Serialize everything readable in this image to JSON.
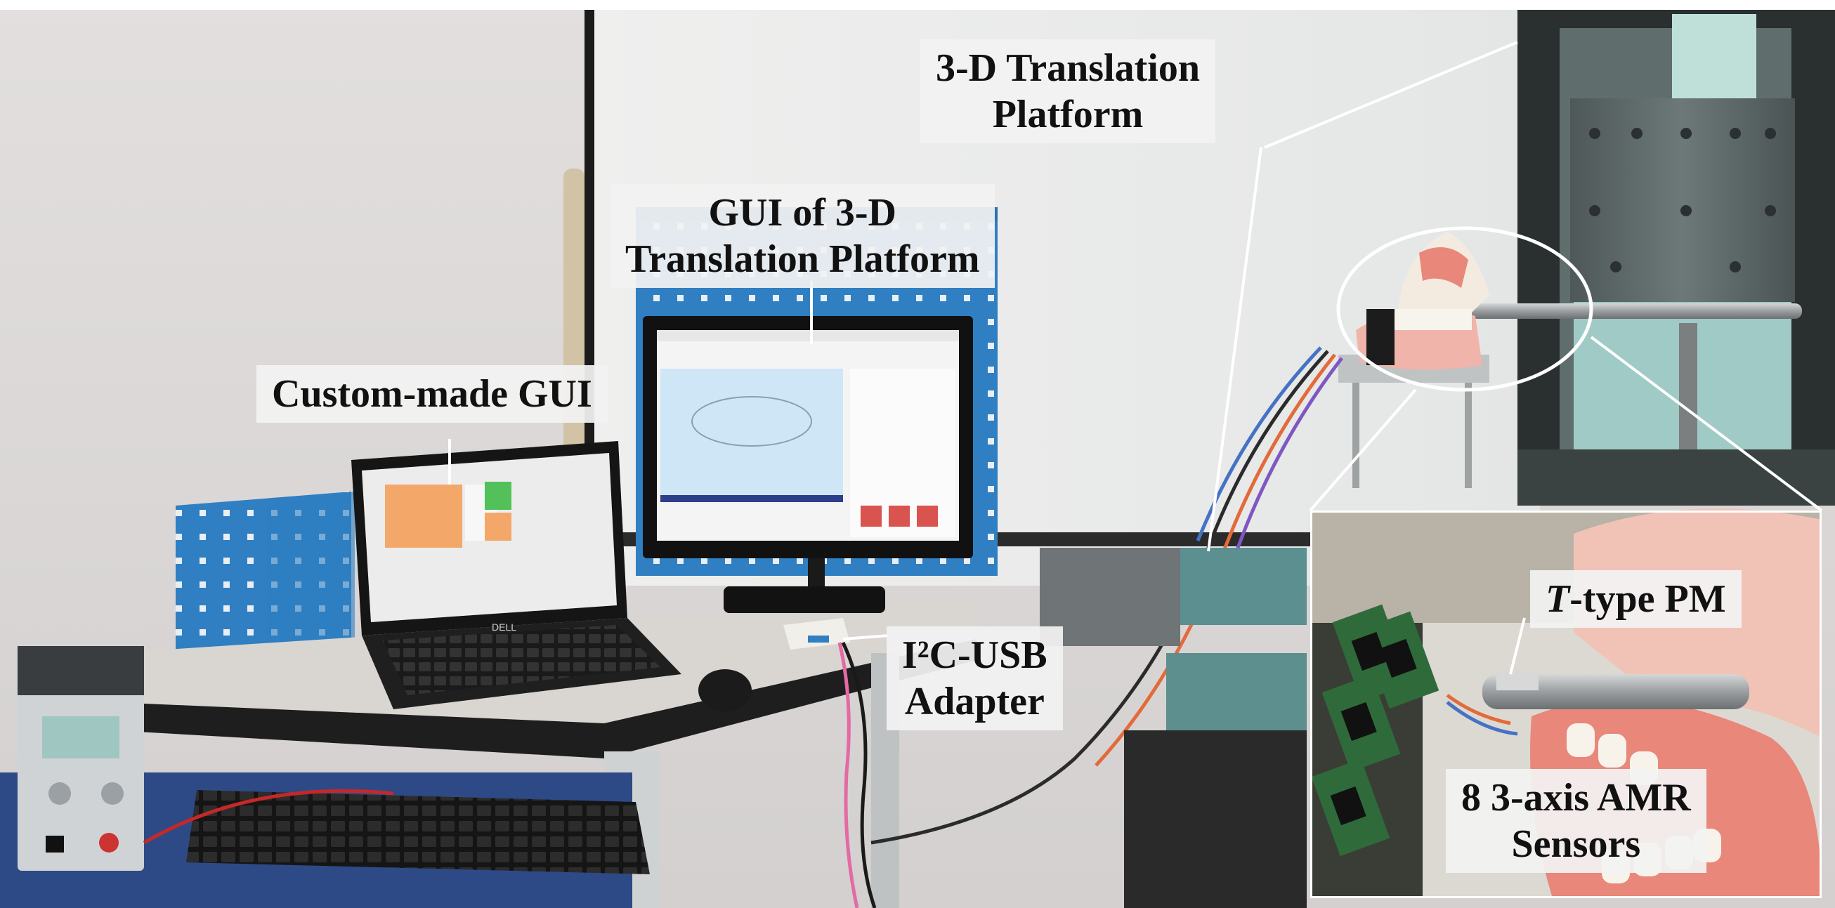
{
  "labels": {
    "translation_platform": {
      "line1": "3-D Translation",
      "line2": "Platform"
    },
    "gui_platform": {
      "line1": "GUI of 3-D",
      "line2": "Translation Platform"
    },
    "custom_gui": "Custom-made GUI",
    "i2c_usb": {
      "line1": "I²C-USB",
      "line2": "Adapter"
    },
    "t_type_pm": {
      "italic": "T",
      "rest": "-type PM"
    },
    "amr_sensors": {
      "line1": "8 3-axis AMR",
      "line2": "Sensors"
    }
  },
  "laptop_brand": "DELL",
  "colors": {
    "wall": "#dfdcdb",
    "whiteboard": "#f0f0ee",
    "blue_rack": "#2f7fc2",
    "desk_top": "#d9d6d2",
    "desk_edge": "#1e1e1e",
    "gum": "#e8877a",
    "metal": "#5e6a6a"
  }
}
